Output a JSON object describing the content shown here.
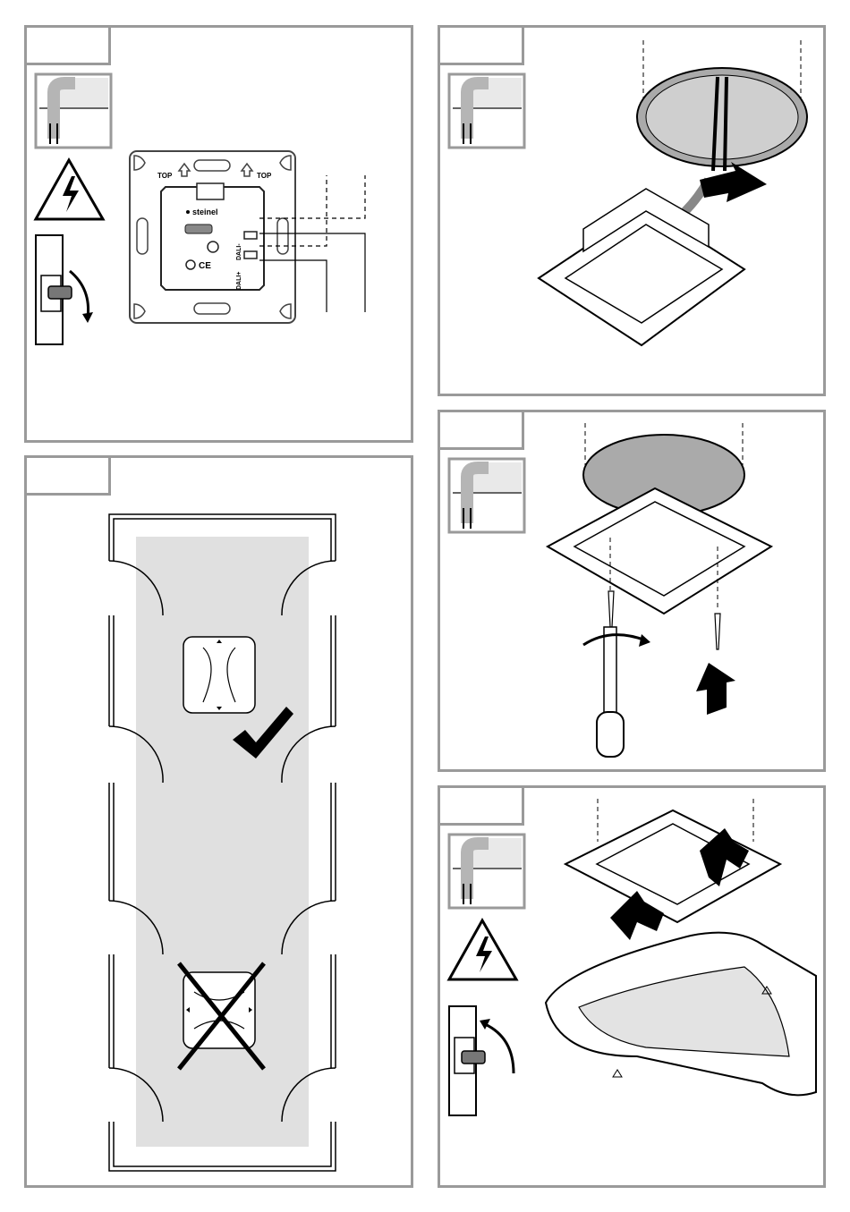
{
  "labels": {
    "top": "TOP",
    "brand": "steinel",
    "dali_minus": "DALI-",
    "dali_plus": "DALI+",
    "ce": "CE"
  }
}
